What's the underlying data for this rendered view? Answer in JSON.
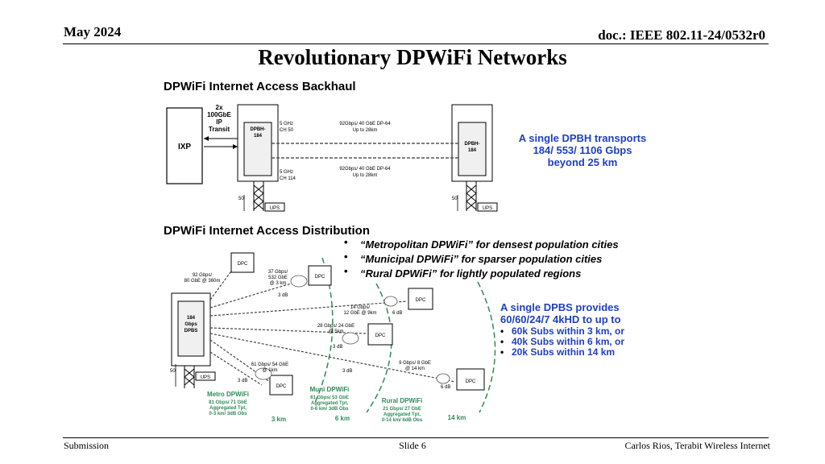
{
  "header": {
    "date": "May 2024",
    "doc": "doc.: IEEE 802.11-24/0532r0"
  },
  "title": "Revolutionary DPWiFi Networks",
  "backhaul": {
    "heading": "DPWiFi Internet Access Backhaul",
    "transit_label": [
      "2x",
      "100GbE",
      "IP",
      "Transit"
    ],
    "ixp_label": "IXP",
    "dpbh_label": [
      "DPBH-",
      "184"
    ],
    "link_top_ch": [
      "5 GHz",
      "CH 50"
    ],
    "link_top_rate": [
      "92Gbps/ 40 GbE DP-64",
      "Up to 28km"
    ],
    "link_bottom_ch": [
      "5 GHz",
      "CH 114"
    ],
    "link_bottom_rate": [
      "92Gbps/ 40 GbE DP-64",
      "Up to 28km"
    ],
    "tower_height": "50'",
    "ups_label": "UPS",
    "callout": [
      "A single DPBH transports",
      "184/ 553/ 1106 Gbps",
      "beyond 25 km"
    ]
  },
  "distribution": {
    "heading": "DPWiFi Internet Access Distribution",
    "bullets": [
      "“Metropolitan DPWiFi” for densest population cities",
      "“Municipal DPWiFi” for sparser population cities",
      "“Rural DPWiFi” for lightly populated regions"
    ],
    "dpbs_label": [
      "184",
      "Gbps",
      "DPBS"
    ],
    "dpc_label": "DPC",
    "links": [
      [
        "92 Gbps/",
        "80 GbE @ 360m"
      ],
      [
        "37 Gbps/",
        "532 GbE",
        "@ 3 km"
      ],
      [
        "14 Gbps/",
        "12 GbE @ 9km"
      ],
      [
        "28 Gbps/ 24 GbE",
        "@ 5km"
      ],
      [
        "61 Gbps/ 54 GbE",
        "@ 1km"
      ],
      [
        "9 Gbps/ 8 GbE",
        "@ 14 km"
      ]
    ],
    "db3": "3 dB",
    "db6": "6 dB",
    "tower_height": "50'",
    "ups_label": "UPS",
    "metro": [
      "Metro DPWiFi",
      "81 Gbps/ 71 GbE",
      "Aggregated Tpt,",
      "0-3 km/ 3dB Obs"
    ],
    "muni": [
      "Muni DPWiFi",
      "61 Gbps/ 53 GbE",
      "Aggregated Tpt,",
      "0-6 km/ 3dB Obs"
    ],
    "rural": [
      "Rural DPWiFi",
      "21 Gbps/ 27 GbE",
      "Aggregated Tpt,",
      "0-14 km/ 6dB Obs"
    ],
    "range_3": "3 km",
    "range_6": "6 km",
    "range_14": "14 km",
    "callout_title": [
      "A single DPBS provides",
      "60/60/24/7 4kHD to up to"
    ],
    "callout_bullets": [
      "60k Subs within 3 km, or",
      "40k Subs within 6 km, or",
      "20k Subs within 14 km"
    ]
  },
  "footer": {
    "left": "Submission",
    "center": "Slide 6",
    "right": "Carlos Rios, Terabit Wireless Internet"
  },
  "colors": {
    "callout_blue": "#1f3fbf",
    "ring_green": "#2e8b57",
    "text_black": "#000000"
  }
}
